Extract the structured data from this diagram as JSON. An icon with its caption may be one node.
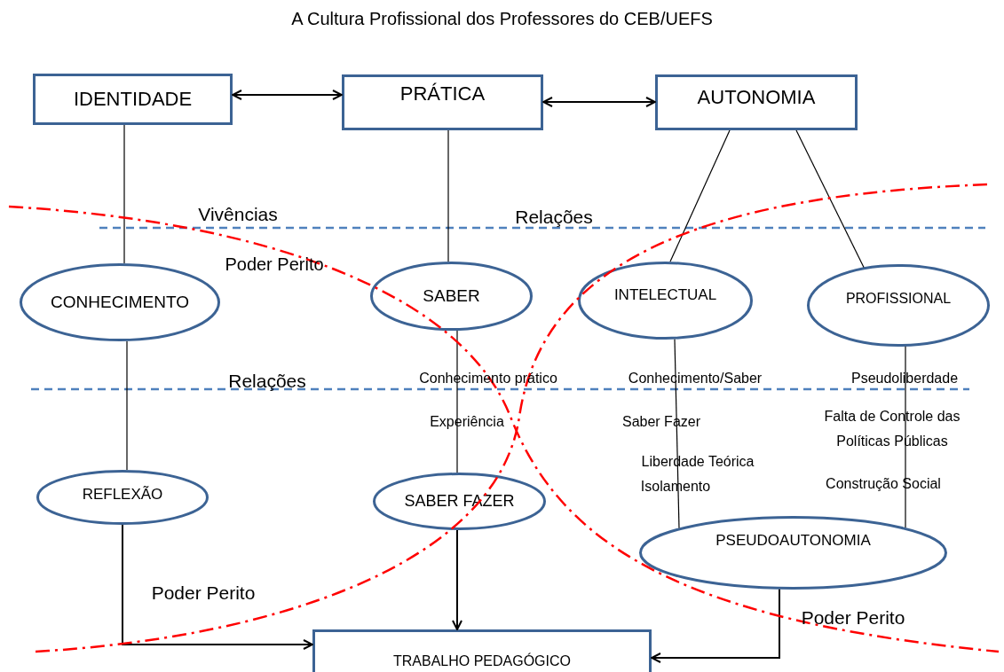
{
  "diagram": {
    "title": "A Cultura Profissional dos Professores do CEB/UEFS",
    "nodes": [
      {
        "text": [
          "IDENTIDADE"
        ]
      },
      {
        "text": [
          "PRÁTICA"
        ]
      },
      {
        "text": [
          "AUTONOMIA"
        ]
      },
      {
        "text": [
          "CONHECIMENTO"
        ]
      },
      {
        "text": [
          "SABER"
        ]
      },
      {
        "text": [
          "INTELECTUAL"
        ]
      },
      {
        "text": [
          "PROFISSIONAL"
        ]
      },
      {
        "text": [
          "REFLEXÃO"
        ]
      },
      {
        "text": [
          "SABER FAZER"
        ]
      },
      {
        "text": [
          "PSEUDOAUTONOMIA"
        ]
      },
      {
        "text": [
          "TRABALHO PEDAGÓGICO"
        ]
      }
    ],
    "edges": [
      {
        "from": 0,
        "to": 1,
        "arrow": "both"
      },
      {
        "from": 1,
        "to": 2,
        "arrow": "both"
      },
      {
        "from": 0,
        "to": 3,
        "arrow": "none"
      },
      {
        "from": 1,
        "to": 4,
        "arrow": "none"
      },
      {
        "from": 2,
        "to": 5,
        "arrow": "none"
      },
      {
        "from": 2,
        "to": 6,
        "arrow": "none"
      },
      {
        "from": 3,
        "to": 7,
        "arrow": "none"
      },
      {
        "from": 4,
        "to": 8,
        "arrow": "none"
      },
      {
        "from": 5,
        "to": 9,
        "arrow": "none"
      },
      {
        "from": 6,
        "to": 9,
        "arrow": "none"
      },
      {
        "from": 7,
        "to": 10,
        "arrow": "to"
      },
      {
        "from": 8,
        "to": 10,
        "arrow": "to"
      },
      {
        "from": 9,
        "to": 10,
        "arrow": "to"
      }
    ],
    "labels": [
      "Vivências",
      "Relações",
      "Poder Perito",
      "Relações",
      "Conhecimento prático",
      "Experiência",
      "Conhecimento/Saber",
      "Saber Fazer",
      "Liberdade Teórica",
      "Isolamento",
      "Pseudoliberdade",
      "Falta de Controle das Políticas Públicas",
      "Construção Social",
      "Poder Perito",
      "Poder Perito"
    ]
  }
}
